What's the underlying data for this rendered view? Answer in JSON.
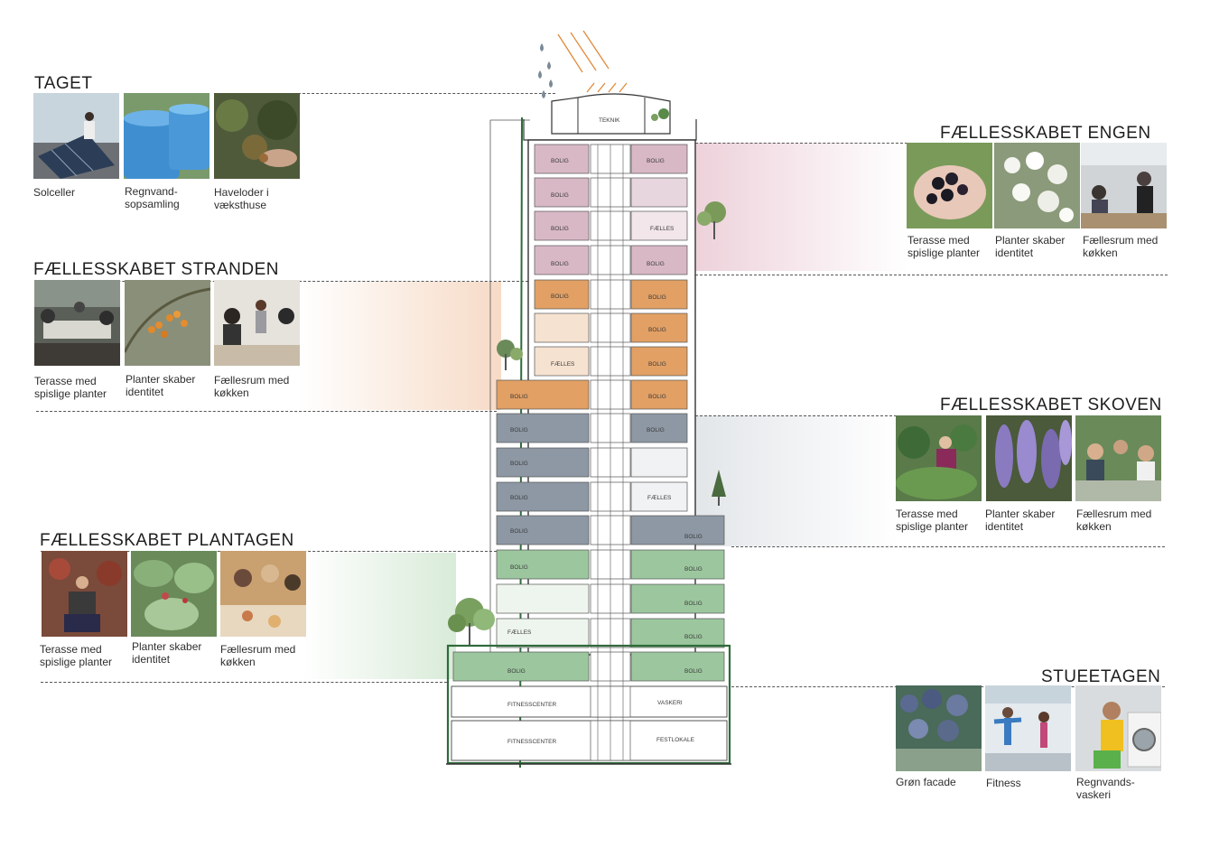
{
  "sections": {
    "taget": {
      "heading": "TAGET",
      "captions": [
        "Solceller",
        "Regnvand-\nsopsamling",
        "Haveloder i\nvæksthuse"
      ]
    },
    "stranden": {
      "heading": "FÆLLESSKABET STRANDEN",
      "captions": [
        "Terasse med\nspislige planter",
        "Planter skaber\nidentitet",
        "Fællesrum med\nkøkken"
      ]
    },
    "plantagen": {
      "heading": "FÆLLESSKABET PLANTAGEN",
      "captions": [
        "Terasse med\nspislige planter",
        "Planter skaber\nidentitet",
        "Fællesrum med\nkøkken"
      ]
    },
    "engen": {
      "heading": "FÆLLESSKABET ENGEN",
      "captions": [
        "Terasse med\nspislige planter",
        "Planter skaber\nidentitet",
        "Fællesrum med\nkøkken"
      ]
    },
    "skoven": {
      "heading": "FÆLLESSKABET SKOVEN",
      "captions": [
        "Terasse med\nspislige planter",
        "Planter skaber\nidentitet",
        "Fællesrum med\nkøkken"
      ]
    },
    "stueetagen": {
      "heading": "STUEETAGEN",
      "captions": [
        "Grøn facade",
        "Fitness",
        "Regnvands-\nvaskeri"
      ]
    }
  },
  "building_labels": {
    "teknik": "TEKNIK",
    "bolig": "BOLIG",
    "faelles": "FÆLLES",
    "fitness": "FITNESSCENTER",
    "vaskeri": "VASKERI",
    "festlokale": "FESTLOKALE"
  },
  "colors": {
    "pink": "#d9b8c6",
    "orange": "#e2a064",
    "blue": "#8d98a4",
    "green": "#9cc79e",
    "green_dark": "#2f6b3a"
  }
}
